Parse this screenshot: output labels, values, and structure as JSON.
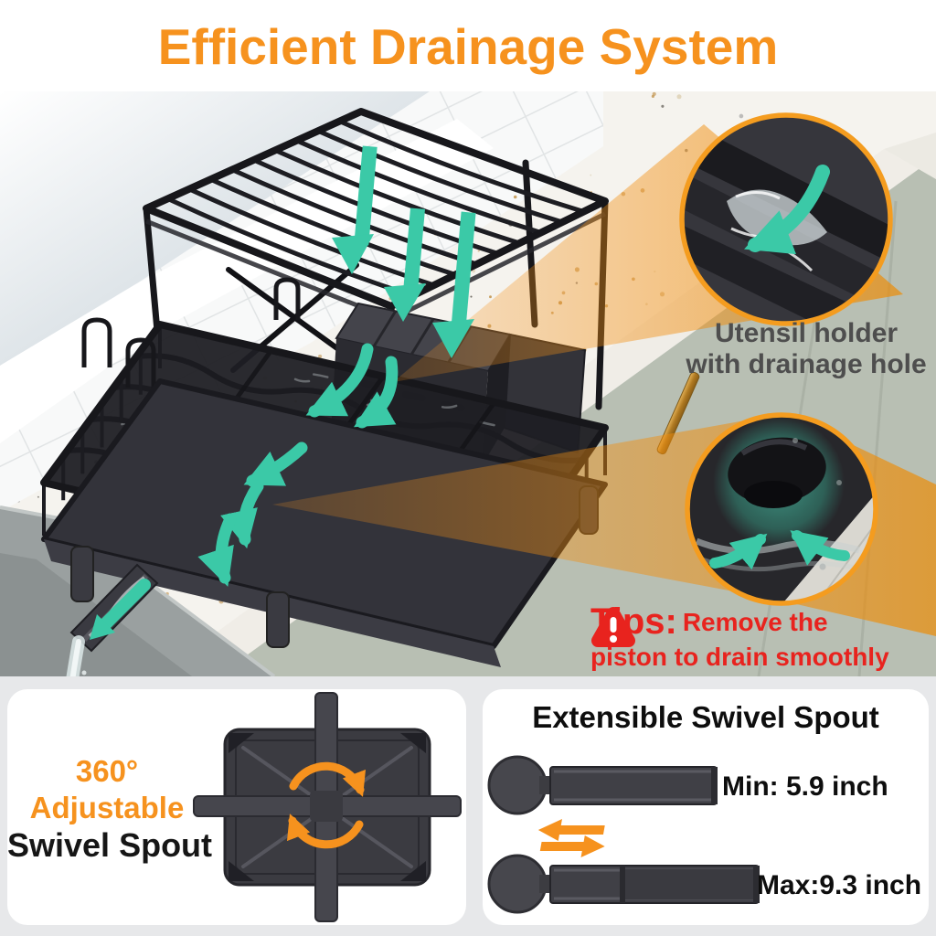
{
  "title": "Efficient Drainage System",
  "colors": {
    "accent_orange": "#F6921E",
    "flow_teal": "#3BC9A7",
    "alert_red": "#E8231E",
    "label_gray": "#4E4E4E",
    "section_bg": "#E7E8EA",
    "card_bg": "#FFFFFF"
  },
  "scene": {
    "utensil_callout": {
      "line1": "Utensil holder",
      "line2": "with drainage hole"
    },
    "tips": {
      "label": "Tips:",
      "text_line1": "Remove the",
      "text_line2": "piston to drain smoothly"
    },
    "icons": {
      "warning": "warning-triangle-icon",
      "down_arrows": "water-flow-down-arrows",
      "drain_arrow": "spout-drain-arrow"
    }
  },
  "cards": {
    "swivel_spout": {
      "degree": "360°",
      "adjustable": "Adjustable",
      "name": "Swivel Spout",
      "icon": "rotate-arrows"
    },
    "extensible_spout": {
      "title": "Extensible Swivel Spout",
      "min_label": "Min: 5.9 inch",
      "max_label": "Max:9.3 inch",
      "icon": "extend-swap-arrows"
    }
  }
}
